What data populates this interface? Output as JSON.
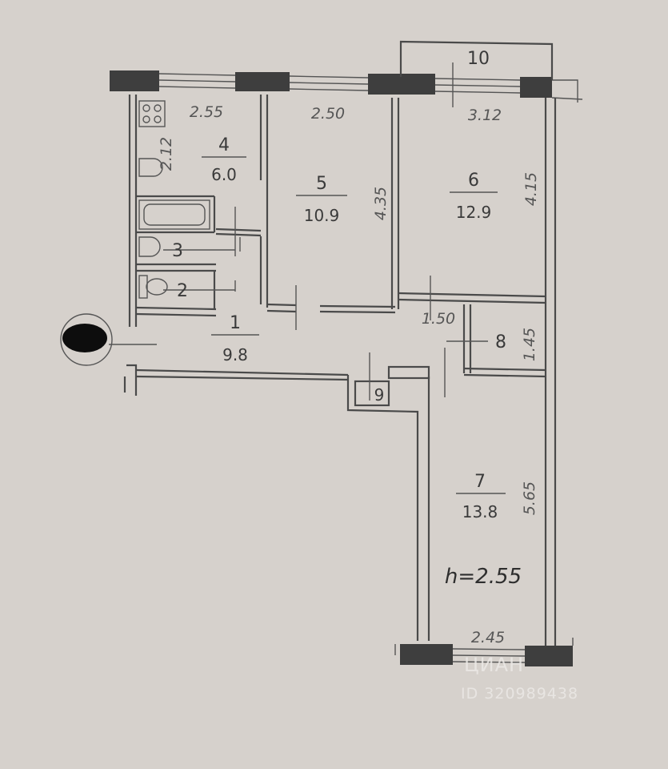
{
  "rooms": [
    {
      "number": "1",
      "area": "9.8"
    },
    {
      "number": "2"
    },
    {
      "number": "3"
    },
    {
      "number": "4",
      "area": "6.0"
    },
    {
      "number": "5",
      "area": "10.9"
    },
    {
      "number": "6",
      "area": "12.9"
    },
    {
      "number": "7",
      "area": "13.8"
    },
    {
      "number": "8"
    },
    {
      "number": "9"
    },
    {
      "number": "10"
    }
  ],
  "dimensions": {
    "room4_width": "2.55",
    "room4_depth": "2.12",
    "room5_width": "2.50",
    "room5_depth": "4.35",
    "room6_width": "3.12",
    "room6_depth": "4.15",
    "corridor_width": "1.50",
    "room8_depth": "1.45",
    "room7_depth": "5.65",
    "room7_width": "2.45"
  },
  "ceiling_height": "h=2.55",
  "watermark": {
    "brand": "ЦИАН",
    "id": "ID 320989438"
  }
}
